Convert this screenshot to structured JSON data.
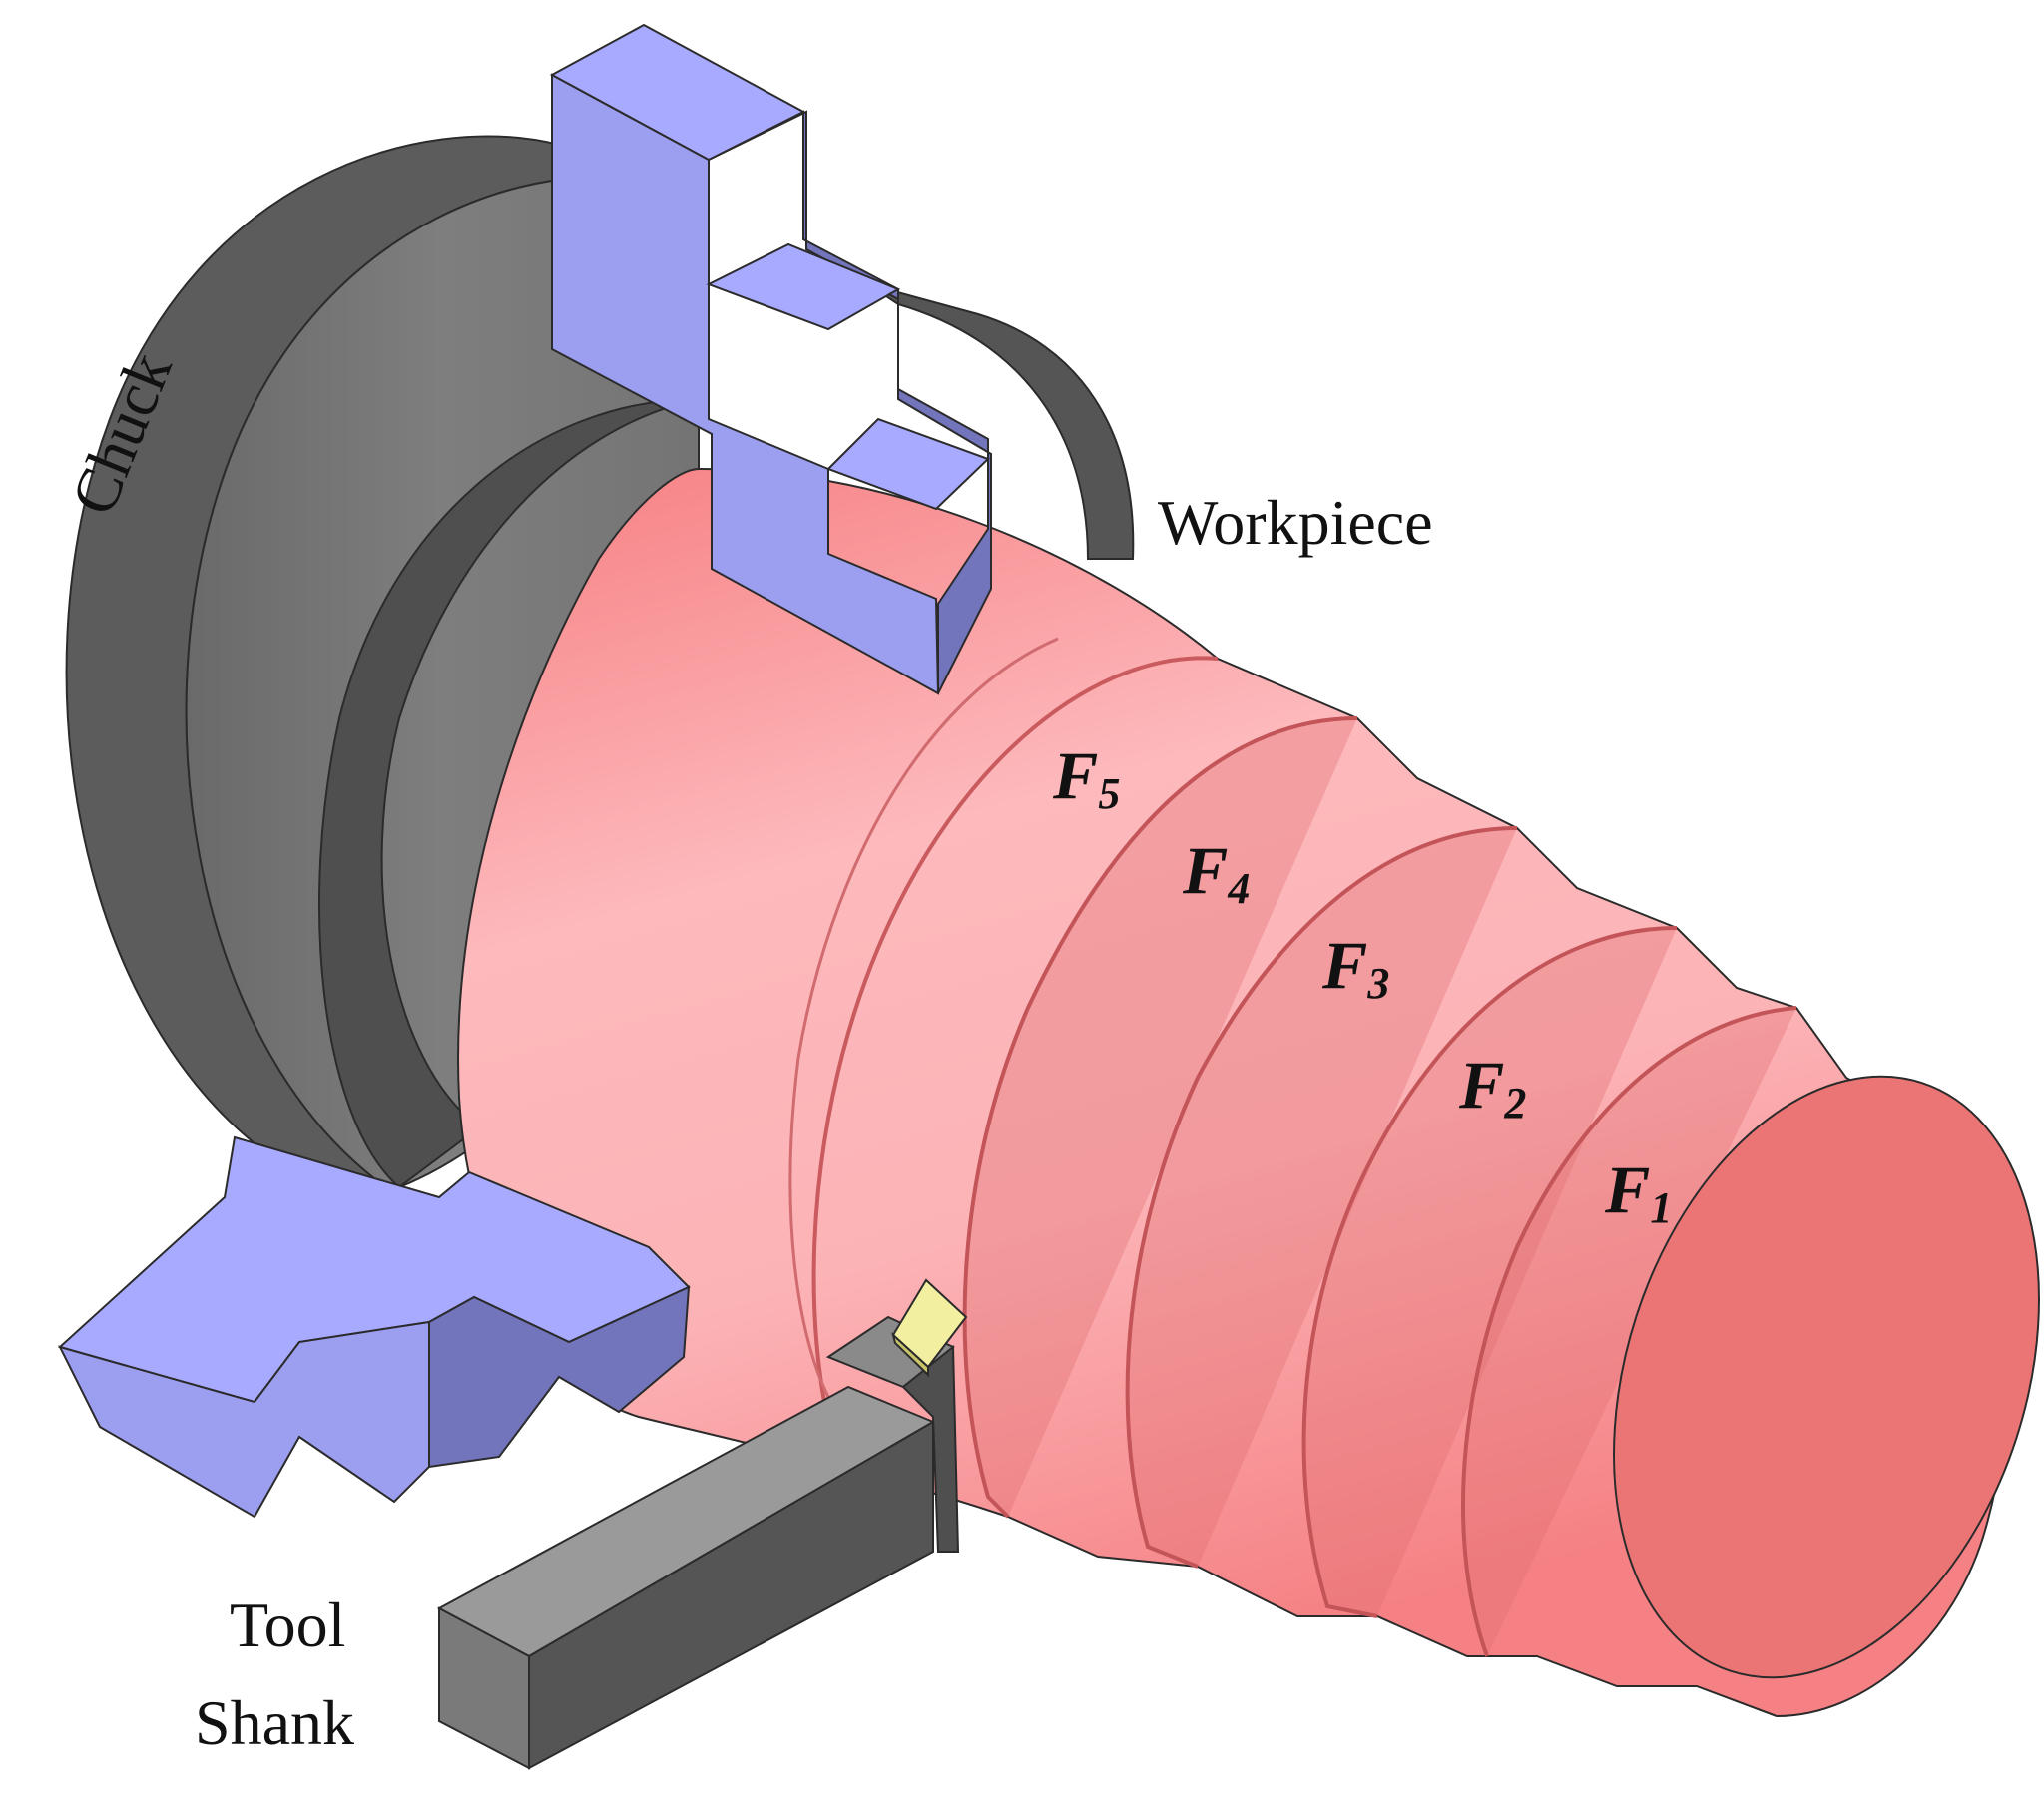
{
  "labels": {
    "chuck": "Chuck",
    "workpiece": "Workpiece",
    "tool_line1": "Tool",
    "tool_line2": "Shank"
  },
  "faces": [
    {
      "letter": "F",
      "sub": "1"
    },
    {
      "letter": "F",
      "sub": "2"
    },
    {
      "letter": "F",
      "sub": "3"
    },
    {
      "letter": "F",
      "sub": "4"
    },
    {
      "letter": "F",
      "sub": "5"
    }
  ],
  "colors": {
    "chuck_body": "#7a7a7a",
    "chuck_dark": "#555555",
    "jaw_light": "#a8aaff",
    "jaw_mid": "#9c9ef0",
    "jaw_dark": "#7274bc",
    "workpiece_light": "#fdb8bb",
    "workpiece_dark": "#f37b7e",
    "workpiece_end": "#eb7475",
    "tool_shank": "#8a8a8a",
    "tool_insert": "#f2f0a0"
  }
}
